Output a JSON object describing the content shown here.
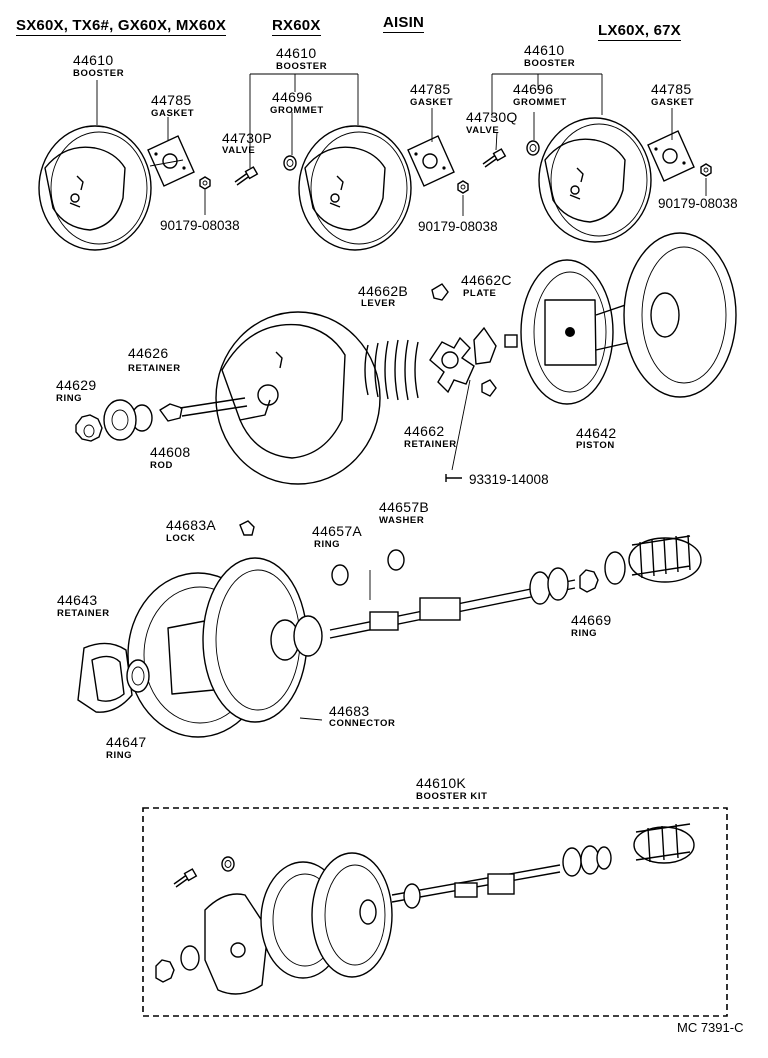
{
  "headers": {
    "group_a": "SX60X, TX6#, GX60X, MX60X",
    "group_b": "RX60X",
    "group_c": "AISIN",
    "group_d": "LX60X, 67X"
  },
  "callouts": {
    "c1_num": "44610",
    "c1_cap": "BOOSTER",
    "c2_num": "44785",
    "c2_cap": "GASKET",
    "c3_code": "90179-08038",
    "c4_num": "44610",
    "c4_cap": "BOOSTER",
    "c5_num": "44696",
    "c5_cap": "GROMMET",
    "c6_num": "44730P",
    "c6_cap": "VALVE",
    "c7_num": "44785",
    "c7_cap": "GASKET",
    "c8_code": "90179-08038",
    "c9_num": "44610",
    "c9_cap": "BOOSTER",
    "c10_num": "44696",
    "c10_cap": "GROMMET",
    "c11_num": "44730Q",
    "c11_cap": "VALVE",
    "c12_num": "44785",
    "c12_cap": "GASKET",
    "c13_code": "90179-08038",
    "c14_num": "44662B",
    "c14_cap": "LEVER",
    "c15_num": "44662C",
    "c15_cap": "PLATE",
    "c16_num": "44626",
    "c16_cap": "RETAINER",
    "c17_num": "44629",
    "c17_cap": "RING",
    "c18_num": "44608",
    "c18_cap": "ROD",
    "c19_num": "44662",
    "c19_cap": "RETAINER",
    "c20_num": "44642",
    "c20_cap": "PISTON",
    "c21_code": "93319-14008",
    "c22_num": "44683A",
    "c22_cap": "LOCK",
    "c23_num": "44657A",
    "c23_cap": "RING",
    "c24_num": "44657B",
    "c24_cap": "WASHER",
    "c25_num": "44643",
    "c25_cap": "RETAINER",
    "c26_num": "44669",
    "c26_cap": "RING",
    "c27_num": "44683",
    "c27_cap": "CONNECTOR",
    "c28_num": "44647",
    "c28_cap": "RING",
    "c29_num": "44610K",
    "c29_cap": "BOOSTER KIT"
  },
  "footer": {
    "code": "MC 7391-C"
  }
}
